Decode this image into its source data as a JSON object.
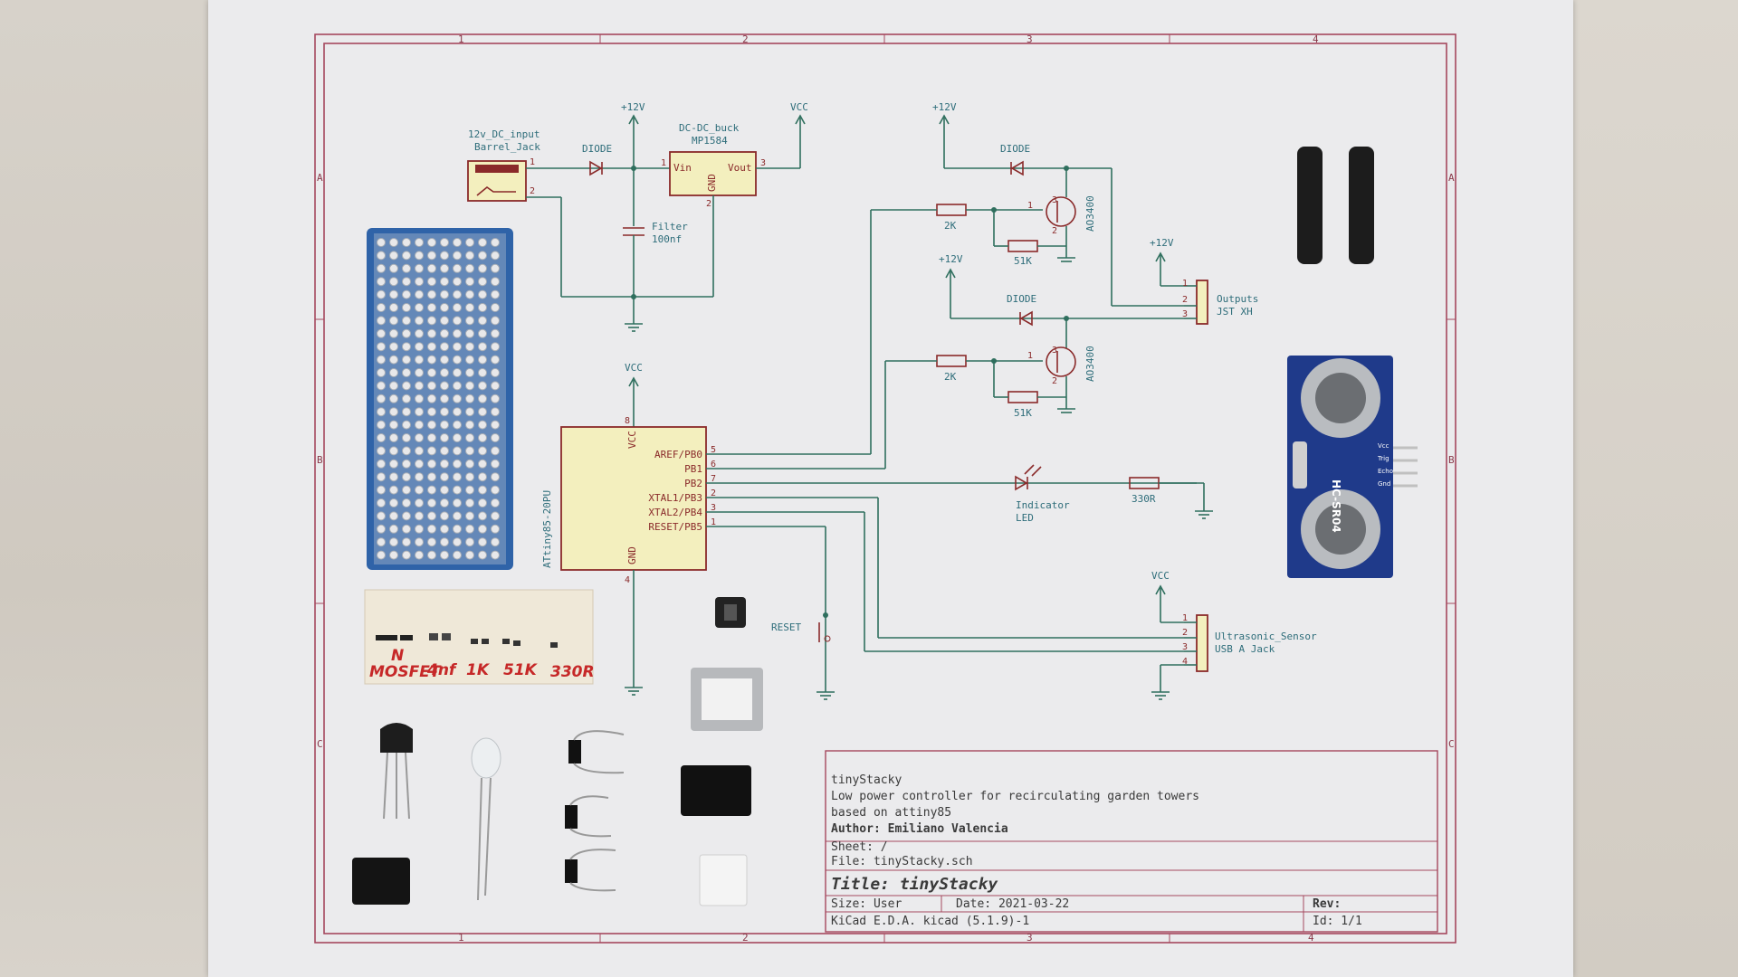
{
  "frame": {
    "columns": [
      "1",
      "2",
      "3",
      "4"
    ],
    "rows": [
      "A",
      "B",
      "C"
    ]
  },
  "power": {
    "p12_a": "+12V",
    "p12_b": "+12V",
    "p12_c": "+12V",
    "p12_d": "+12V",
    "vcc_a": "VCC",
    "vcc_b": "VCC",
    "vcc_c": "VCC"
  },
  "input": {
    "name": "12v_DC_input",
    "part": "Barrel_Jack",
    "pin1": "1",
    "pin2": "2"
  },
  "diode1": "DIODE",
  "buck": {
    "name": "DC-DC_buck",
    "part": "MP1584",
    "vin": "Vin",
    "vout": "Vout",
    "gnd": "GND",
    "pin1": "1",
    "pin2": "2",
    "pin3": "3"
  },
  "filter": {
    "name": "Filter",
    "value": "100nf"
  },
  "out1": {
    "diode": "DIODE",
    "r_gate": "2K",
    "r_pd": "51K",
    "fet": "AO3400",
    "g": "1",
    "d": "3",
    "s": "2"
  },
  "out2": {
    "diode": "DIODE",
    "r_gate": "2K",
    "r_pd": "51K",
    "fet": "AO3400",
    "g": "1",
    "d": "3",
    "s": "2"
  },
  "outputs": {
    "name": "Outputs",
    "part": "JST XH",
    "pins": [
      "1",
      "2",
      "3"
    ]
  },
  "mcu": {
    "name": "ATtiny85-20PU",
    "vcc": "VCC",
    "gnd": "GND",
    "vcc_pin": "8",
    "gnd_pin": "4",
    "pins": [
      {
        "label": "AREF/PB0",
        "num": "5"
      },
      {
        "label": "PB1",
        "num": "6"
      },
      {
        "label": "PB2",
        "num": "7"
      },
      {
        "label": "XTAL1/PB3",
        "num": "2"
      },
      {
        "label": "XTAL2/PB4",
        "num": "3"
      },
      {
        "label": "RESET/PB5",
        "num": "1"
      }
    ]
  },
  "led": {
    "name": "Indicator",
    "name2": "LED"
  },
  "r_led": "330R",
  "reset": "RESET",
  "sensor": {
    "name": "Ultrasonic_Sensor",
    "part": "USB A Jack",
    "pins": [
      "1",
      "2",
      "3",
      "4"
    ]
  },
  "module": {
    "name": "HC-SR04",
    "pins": [
      "Vcc",
      "Trig",
      "Echo",
      "Gnd"
    ]
  },
  "tape_labels": {
    "l1a": "N",
    "l1b": "MOSFET",
    "l2": "4nf",
    "l3": "1K",
    "l4": "51K",
    "l5": "330R"
  },
  "title_block": {
    "project": "tinyStacky",
    "desc1": "Low power controller for recirculating garden towers",
    "desc2": "based on attiny85",
    "author": "Author: Emiliano Valencia",
    "sheet": "Sheet: /",
    "file": "File: tinyStacky.sch",
    "title": "Title: tinyStacky",
    "size": "Size: User",
    "date": "Date: 2021-03-22",
    "rev": "Rev:",
    "tool": "KiCad E.D.A.  kicad (5.1.9)-1",
    "id": "Id: 1/1"
  },
  "colors": {
    "paper": "#ebebed",
    "wire": "#2f6f5e",
    "component": "#8a2a2a",
    "frame": "#a5485e",
    "ic_fill": "#f3efbe"
  }
}
